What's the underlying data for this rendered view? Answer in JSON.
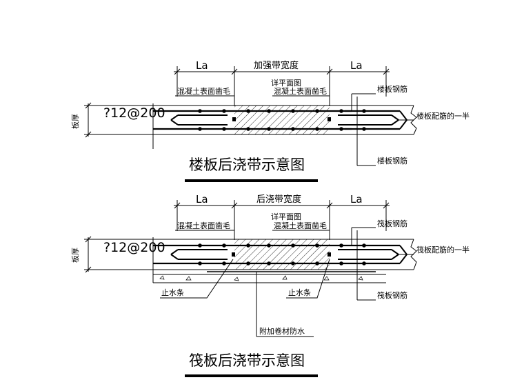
{
  "diagram1": {
    "dim_left": "La",
    "dim_center": "加强带宽度",
    "dim_right": "La",
    "label_ref": "详平面图",
    "label_rough_left": "混凝土表面凿毛",
    "label_rough_center": "混凝土表面凿毛",
    "label_rebar_top": "楼板钢筋",
    "label_rebar_bottom": "楼板钢筋",
    "label_half": "楼板配筋的一半",
    "label_thickness": "板厚",
    "label_bar": "?12@200",
    "title": "楼板后浇带示意图"
  },
  "diagram2": {
    "dim_left": "La",
    "dim_center": "后浇带宽度",
    "dim_right": "La",
    "label_ref": "详平面图",
    "label_rough_left": "混凝土表面凿毛",
    "label_rough_center": "混凝土表面凿毛",
    "label_rebar_top": "筏板钢筋",
    "label_rebar_bottom": "筏板钢筋",
    "label_half": "筏板配筋的一半",
    "label_thickness": "板厚",
    "label_bar": "?12@200",
    "label_waterstop_left": "止水条",
    "label_waterstop_right": "止水条",
    "label_membrane": "附加卷材防水",
    "title": "筏板后浇带示意图"
  }
}
